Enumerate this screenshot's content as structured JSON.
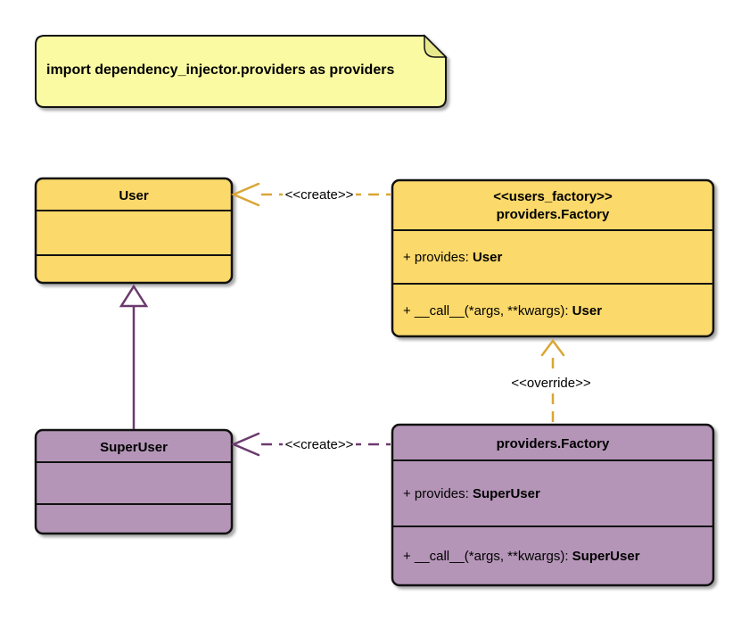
{
  "diagram": {
    "type": "uml-class-diagram",
    "note": "import dependency_injector.providers as providers"
  },
  "colors": {
    "class_yellow": "#FBD96A",
    "class_purple": "#B495B7",
    "note_fill": "#FAFAA2",
    "relation_gold": "#D9A636",
    "relation_purple": "#6B3A6E",
    "border": "#111111",
    "background": "#FFFFFF"
  },
  "classes": {
    "user": {
      "name": "User"
    },
    "users_factory": {
      "stereotype": "<<users_factory>>",
      "name": "providers.Factory",
      "attribute": {
        "prefix": "+ provides: ",
        "type": "User"
      },
      "method": {
        "prefix": "+ __call__(*args, **kwargs): ",
        "type": "User"
      }
    },
    "super_user": {
      "name": "SuperUser"
    },
    "super_users_factory": {
      "name": "providers.Factory",
      "attribute": {
        "prefix": "+ provides: ",
        "type": "SuperUser"
      },
      "method": {
        "prefix": "+ __call__(*args, **kwargs): ",
        "type": "SuperUser"
      }
    }
  },
  "relations": {
    "factory_creates_user": {
      "label": "<<create>>",
      "from": "users_factory",
      "to": "user"
    },
    "factory_creates_super_user": {
      "label": "<<create>>",
      "from": "super_users_factory",
      "to": "super_user"
    },
    "override": {
      "label": "<<override>>",
      "from": "super_users_factory",
      "to": "users_factory"
    },
    "inheritance": {
      "from": "super_user",
      "to": "user"
    }
  }
}
